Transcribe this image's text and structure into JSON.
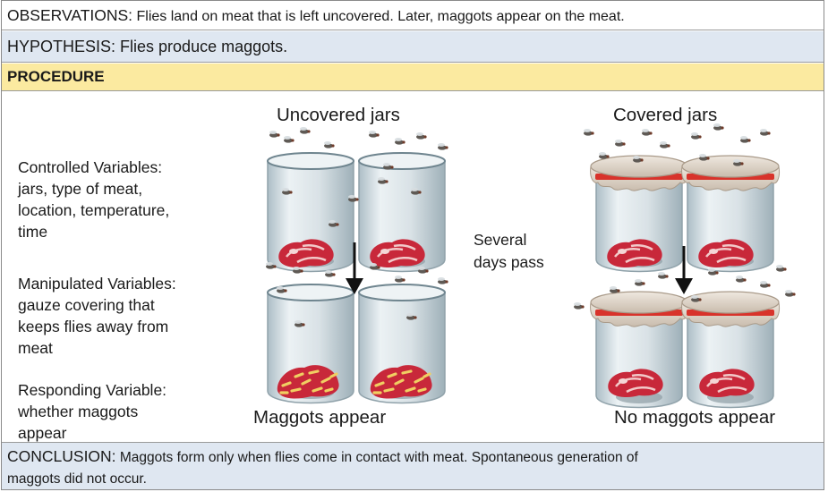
{
  "observations": {
    "label": "OBSERVATIONS:",
    "text": " Flies land on meat that is left uncovered.  Later, maggots appear on the meat."
  },
  "hypothesis": {
    "label": "HYPOTHESIS:",
    "text": " Flies produce maggots."
  },
  "procedure": {
    "heading": "PROCEDURE",
    "uncovered_title": "Uncovered jars",
    "covered_title": "Covered jars",
    "controlled": [
      "Controlled Variables:",
      "jars, type of meat,",
      "location, temperature,",
      "time"
    ],
    "manipulated": [
      "Manipulated Variables:",
      "gauze covering that",
      "keeps flies away from",
      "meat"
    ],
    "responding": [
      "Responding Variable:",
      "whether maggots",
      "appear"
    ],
    "middle_text": [
      "Several",
      "days pass"
    ],
    "maggots_appear": "Maggots appear",
    "no_maggots_appear": "No maggots appear"
  },
  "conclusion": {
    "label": "CONCLUSION:",
    "text": " Maggots form only when flies come in contact with meat. Spontaneous generation of",
    "text2": "maggots did not occur."
  },
  "colors": {
    "hypothesis_band": "#dfe7f1",
    "procedure_band": "#fbeaa0",
    "meat": "#c8283a",
    "lid_band": "#d8332b",
    "gauze": "#d9cfc3"
  }
}
